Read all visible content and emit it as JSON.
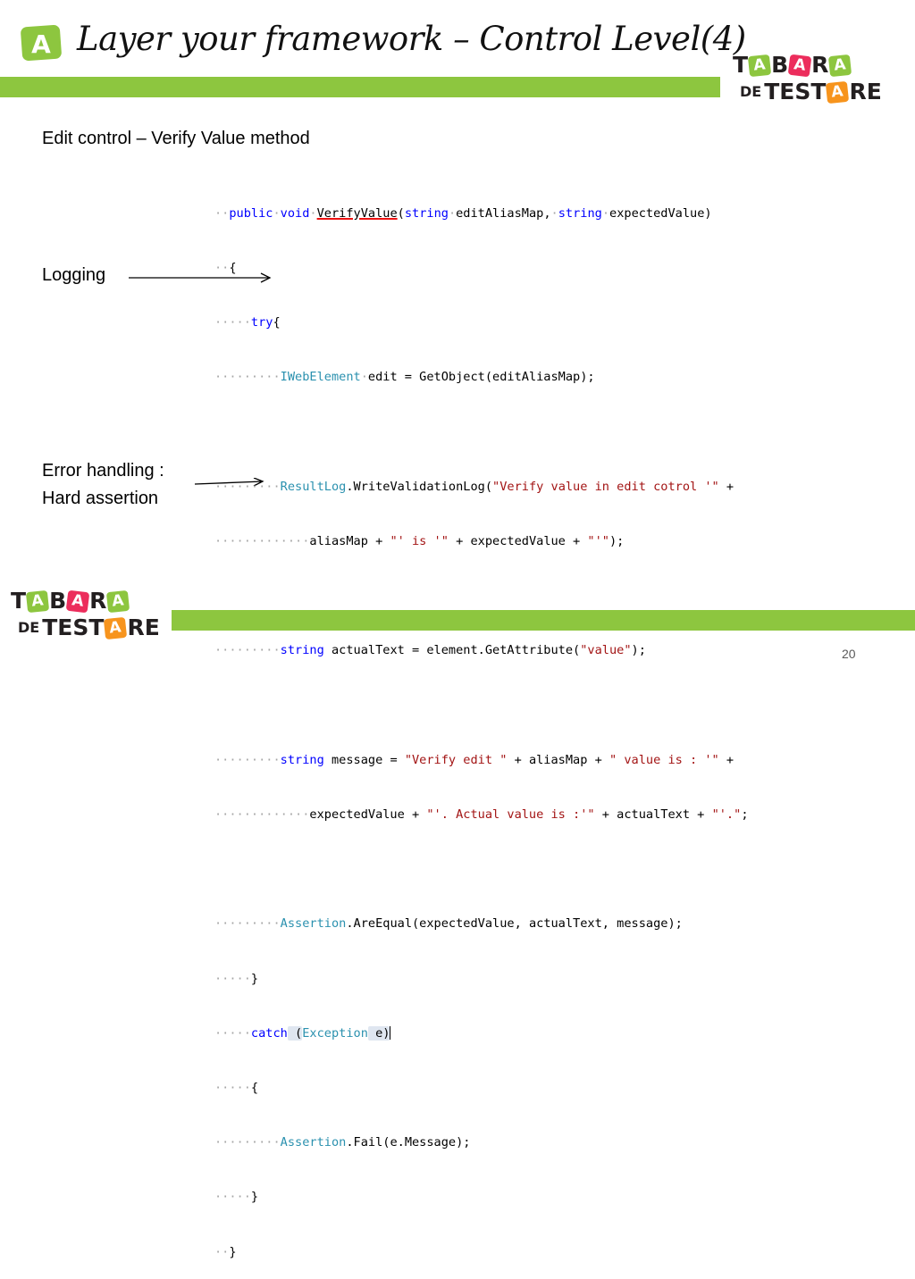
{
  "slide": {
    "title": "Layer your framework – Control Level(4)",
    "page_number": "20",
    "logo_letter": "A"
  },
  "brand": {
    "line1_letters": [
      "T",
      "A",
      "B",
      "A",
      "R",
      "A"
    ],
    "line2_prefix": "DE",
    "line2_letters": [
      "T",
      "E",
      "S",
      "T",
      "A",
      "R",
      "E"
    ],
    "tile_colors": {
      "green": "#8dc63f",
      "red": "#ec2d5c",
      "orange": "#f7941d"
    }
  },
  "content": {
    "subtitle": "Edit control – Verify Value method",
    "annotation_logging": "Logging",
    "annotation_error_line1": "Error handling :",
    "annotation_error_line2": "Hard assertion"
  },
  "colors": {
    "accent_green": "#8dc63f",
    "code_keyword": "#0000ff",
    "code_type": "#2b91af",
    "code_string": "#a31515"
  },
  "code": {
    "l1": {
      "indent": "··",
      "kw_public": "public",
      "kw_void": "void",
      "method": "VerifyValue",
      "paren": "(",
      "kw_string1": "string",
      "p1": "editAliasMap,",
      "kw_string2": "string",
      "p2": "expectedValue)"
    },
    "l2": {
      "indent": "··",
      "text": "{"
    },
    "l3": {
      "indent": "·····",
      "kw": "try",
      "text": "{"
    },
    "l4": {
      "indent": "·········",
      "type": "IWebElement",
      "text": "edit = GetObject(editAliasMap);"
    },
    "l5": {
      "indent": "·········",
      "type": "ResultLog",
      "text": ".WriteValidationLog(",
      "str": "\"Verify value in edit cotrol '\"",
      "tail": " +"
    },
    "l6": {
      "indent": "·············",
      "text": "aliasMap + ",
      "str": "\"' is '\"",
      "tail": " + expectedValue + ",
      "str2": "\"'\"",
      "end": ");"
    },
    "l7": {
      "indent": "·········",
      "kw": "string",
      "text": " actualText = element.GetAttribute(",
      "str": "\"value\"",
      "end": ");"
    },
    "l8": {
      "indent": "·········",
      "kw": "string",
      "text": " message = ",
      "str": "\"Verify edit \"",
      "mid": " + aliasMap + ",
      "str2": "\" value is : '\"",
      "tail": " +"
    },
    "l9": {
      "indent": "·············",
      "text": "expectedValue + ",
      "str": "\"'. Actual value is :'\"",
      "mid": " + actualText + ",
      "str2": "\"'.\"",
      "end": ";"
    },
    "l10": {
      "indent": "·········",
      "type": "Assertion",
      "text": ".AreEqual(expectedValue, actualText, message);"
    },
    "l11": {
      "indent": "·····",
      "text": "}"
    },
    "l12": {
      "indent": "·····",
      "kw": "catch",
      "open": " (",
      "type": "Exception",
      "text": " e)"
    },
    "l13": {
      "indent": "·····",
      "text": "{"
    },
    "l14": {
      "indent": "·········",
      "type": "Assertion",
      "text": ".Fail(e.Message);"
    },
    "l15": {
      "indent": "·····",
      "text": "}"
    },
    "l16": {
      "indent": "··",
      "text": "}"
    }
  }
}
